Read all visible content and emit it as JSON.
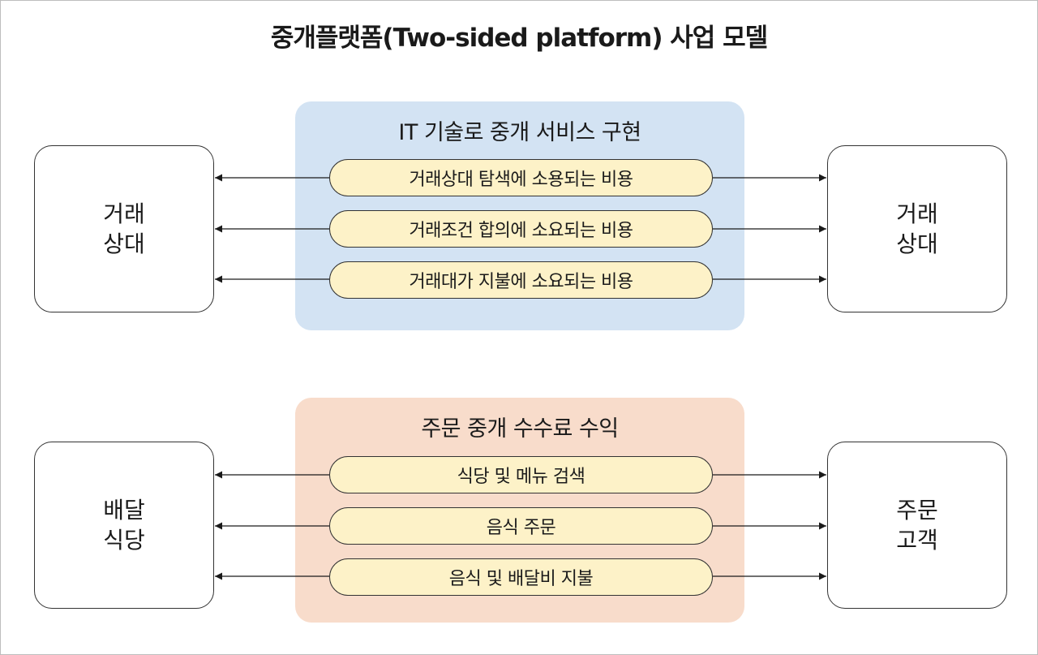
{
  "title": "중개플랫폼(Two-sided platform) 사업 모델",
  "colors": {
    "top_panel": "#d3e3f3",
    "bottom_panel": "#f8dccb",
    "pill": "#fdf2c8",
    "stroke": "#333333"
  },
  "sections": [
    {
      "panel_title": "IT 기술로 중개 서비스 구현",
      "left_party": [
        "거래",
        "상대"
      ],
      "right_party": [
        "거래",
        "상대"
      ],
      "items": [
        "거래상대 탐색에 소용되는 비용",
        "거래조건 합의에 소요되는 비용",
        "거래대가 지불에 소요되는 비용"
      ]
    },
    {
      "panel_title": "주문 중개 수수료 수익",
      "left_party": [
        "배달",
        "식당"
      ],
      "right_party": [
        "주문",
        "고객"
      ],
      "items": [
        "식당 및 메뉴 검색",
        "음식 주문",
        "음식 및 배달비 지불"
      ]
    }
  ]
}
